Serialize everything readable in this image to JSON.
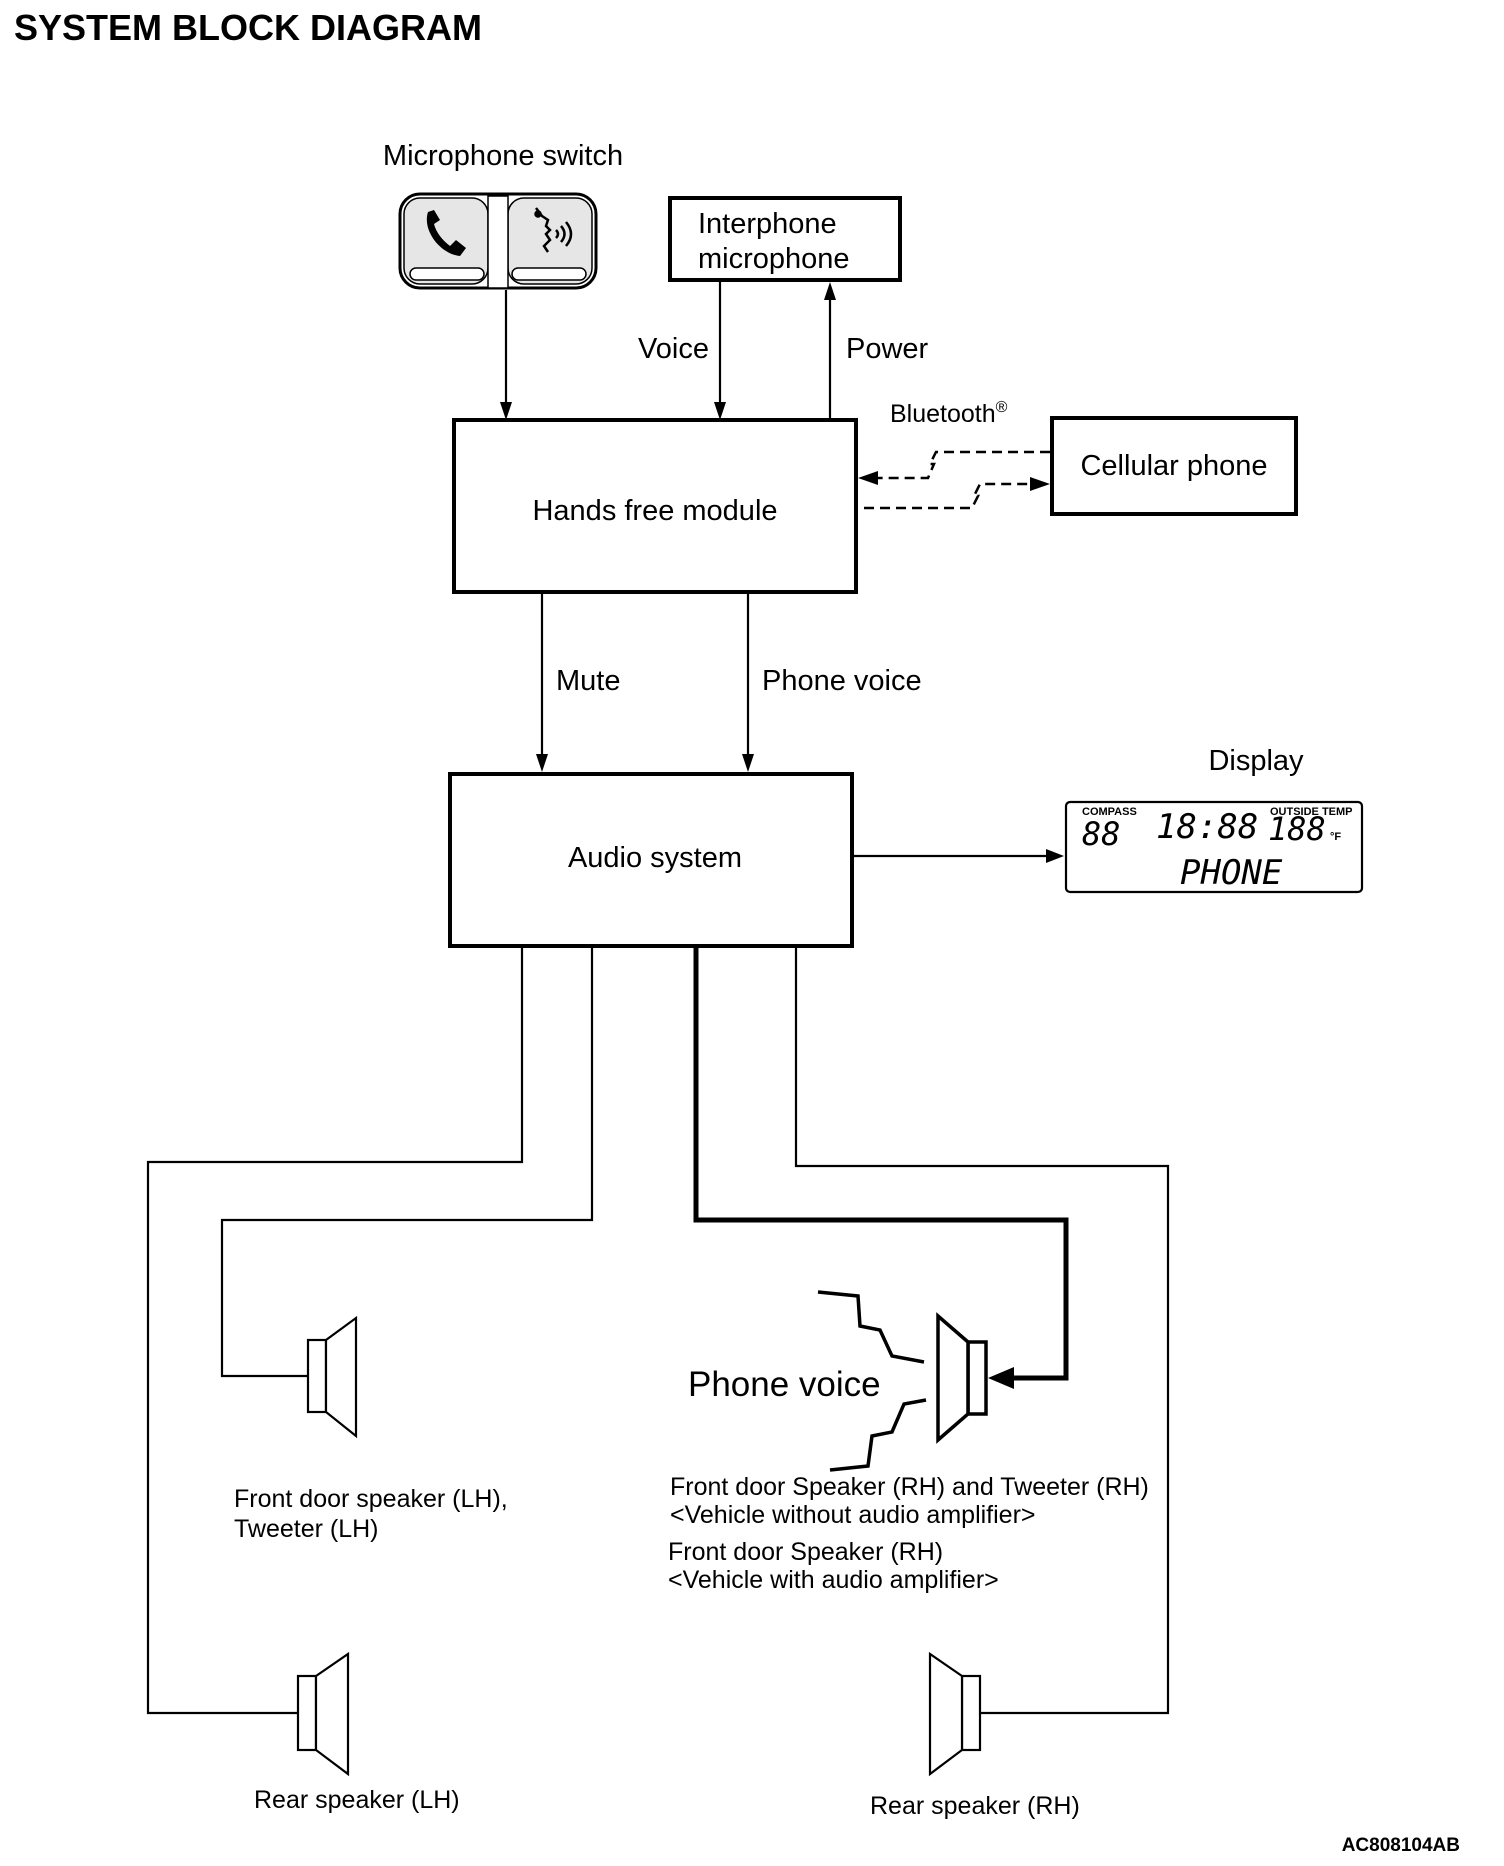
{
  "title": "SYSTEM BLOCK DIAGRAM",
  "figure_code": "AC808104AB",
  "components": {
    "microphone_switch": "Microphone switch",
    "interphone_microphone_line1": "Interphone",
    "interphone_microphone_line2": "microphone",
    "hands_free_module": "Hands free module",
    "cellular_phone": "Cellular phone",
    "audio_system": "Audio system",
    "display": "Display"
  },
  "signals": {
    "voice": "Voice",
    "power": "Power",
    "bluetooth": "Bluetooth",
    "bluetooth_mark": "®",
    "mute": "Mute",
    "phone_voice": "Phone voice"
  },
  "display_panel": {
    "compass_label": "COMPASS",
    "compass_digits": "88",
    "clock": "18:88",
    "outside_temp_label": "OUTSIDE TEMP",
    "temp_digits": "188",
    "temp_unit": "°F",
    "message": "PHONE"
  },
  "speakers": {
    "phone_voice_label": "Phone voice",
    "front_lh_line1": "Front door speaker (LH),",
    "front_lh_line2": "Tweeter (LH)",
    "front_rh_line1": "Front door Speaker (RH) and Tweeter (RH)",
    "front_rh_line2": "<Vehicle without audio amplifier>",
    "front_rh_line3": "Front door Speaker (RH)",
    "front_rh_line4": "<Vehicle with audio amplifier>",
    "rear_lh": "Rear speaker (LH)",
    "rear_rh": "Rear speaker (RH)"
  },
  "icons": {
    "phone_button": "phone-handset-icon",
    "voice_button": "voice-command-icon"
  }
}
